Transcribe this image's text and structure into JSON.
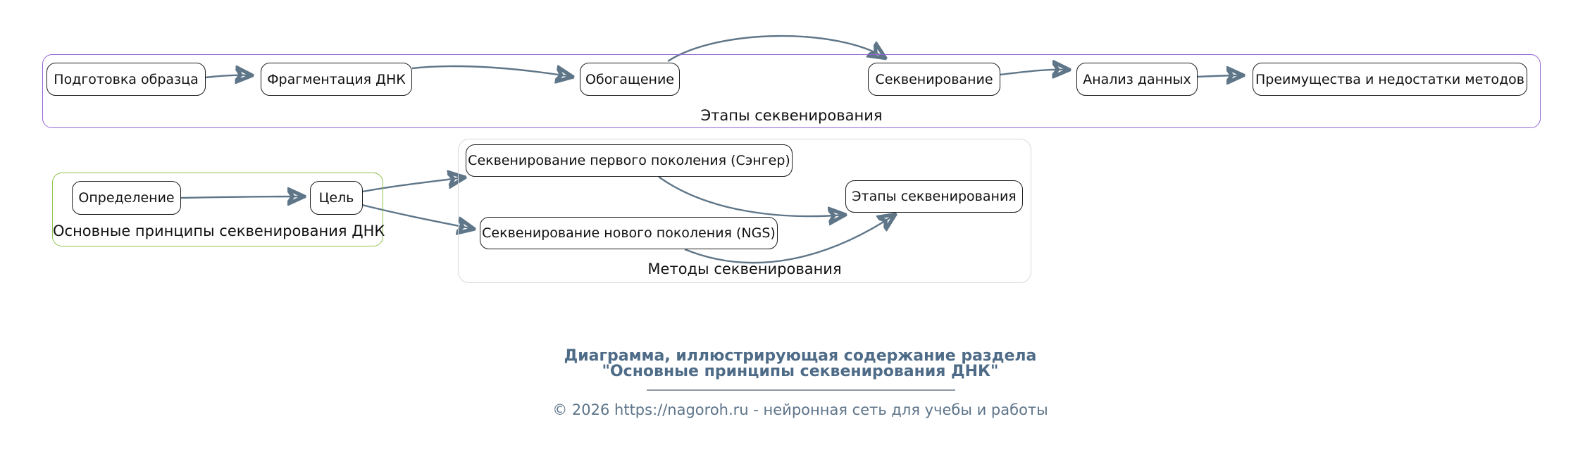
{
  "diagram": {
    "clusters": [
      {
        "id": "stages",
        "label": "Этапы секвенирования",
        "border_color": "#9266d4",
        "nodes": [
          {
            "label": "Подготовка образца"
          },
          {
            "label": "Фрагментация ДНК"
          },
          {
            "label": "Обогащение"
          },
          {
            "label": "Секвенирование"
          },
          {
            "label": "Анализ данных"
          },
          {
            "label": "Преимущества и недостатки методов"
          }
        ]
      },
      {
        "id": "principles",
        "label": "Основные принципы секвенирования ДНК",
        "border_color": "#8fc24c",
        "nodes": [
          {
            "label": "Определение"
          },
          {
            "label": "Цель"
          }
        ]
      },
      {
        "id": "methods",
        "label": "Методы секвенирования",
        "border_color": "#d8d8d8",
        "nodes": [
          {
            "label": "Секвенирование первого поколения (Сэнгер)"
          },
          {
            "label": "Секвенирование нового поколения (NGS)"
          },
          {
            "label": "Этапы секвенирования"
          }
        ]
      }
    ],
    "edges": [
      {
        "from": "Подготовка образца",
        "to": "Фрагментация ДНК"
      },
      {
        "from": "Фрагментация ДНК",
        "to": "Обогащение"
      },
      {
        "from": "Обогащение",
        "to": "Секвенирование"
      },
      {
        "from": "Секвенирование",
        "to": "Анализ данных"
      },
      {
        "from": "Анализ данных",
        "to": "Преимущества и недостатки методов"
      },
      {
        "from": "Определение",
        "to": "Цель"
      },
      {
        "from": "Цель",
        "to": "Секвенирование первого поколения (Сэнгер)"
      },
      {
        "from": "Цель",
        "to": "Секвенирование нового поколения (NGS)"
      },
      {
        "from": "Секвенирование первого поколения (Сэнгер)",
        "to": "Этапы секвенирования"
      },
      {
        "from": "Секвенирование нового поколения (NGS)",
        "to": "Этапы секвенирования"
      }
    ],
    "edge_color": "#5f7689",
    "node_border_color": "#1c1c1c",
    "node_fill": "#ffffff"
  },
  "footer": {
    "caption_line1": "Диаграмма, иллюстрирующая содержание раздела",
    "caption_line2": "\"Основные принципы секвенирования ДНК\"",
    "copyright": "© 2026 https://nagoroh.ru - нейронная сеть для учебы и работы"
  }
}
